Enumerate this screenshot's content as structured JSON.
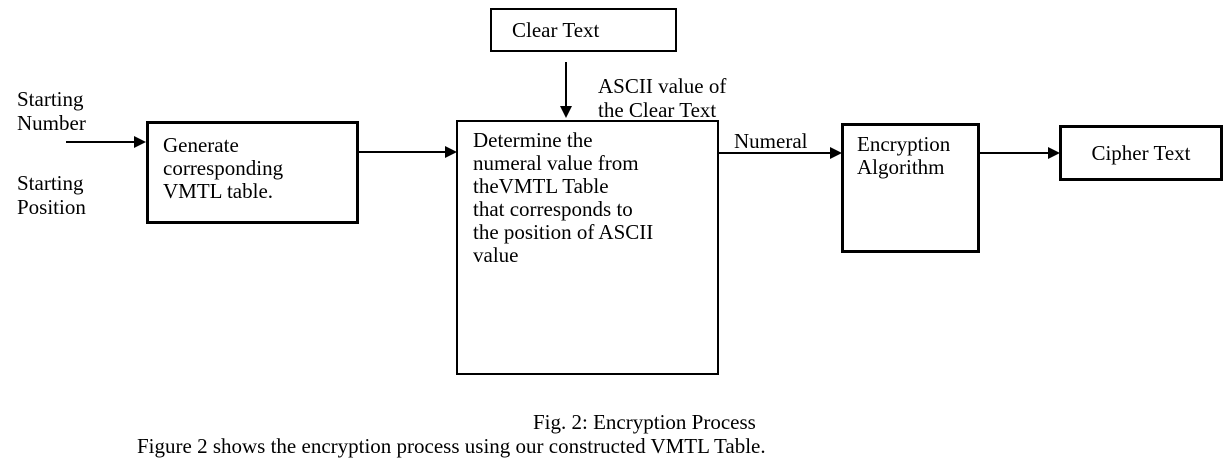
{
  "diagram": {
    "title": "Encryption Process flowchart",
    "colors": {
      "ink": "#000000",
      "background": "#ffffff"
    },
    "nodes": {
      "clear_text": {
        "label": "Clear Text"
      },
      "generate": {
        "line1": "Generate",
        "line2": "corresponding",
        "line3": "VMTL table."
      },
      "determine": {
        "line1": "Determine the",
        "line2": "numeral value from",
        "line3": "theVMTL Table",
        "line4": "that corresponds to",
        "line5": "the position of ASCII",
        "line6": "value"
      },
      "encryption": {
        "line1": "Encryption",
        "line2": "Algorithm"
      },
      "cipher_text": {
        "label": "Cipher Text"
      }
    },
    "labels": {
      "starting_number": {
        "line1": "Starting",
        "line2": "Number"
      },
      "starting_position": {
        "line1": "Starting",
        "line2": "Position"
      },
      "ascii_value": {
        "line1": "ASCII value of",
        "line2": "the Clear Text"
      },
      "numeral": {
        "text": "Numeral"
      }
    },
    "caption": {
      "line1": "Fig. 2: Encryption Process",
      "line2": "Figure 2 shows the encryption process using our constructed VMTL Table."
    }
  }
}
